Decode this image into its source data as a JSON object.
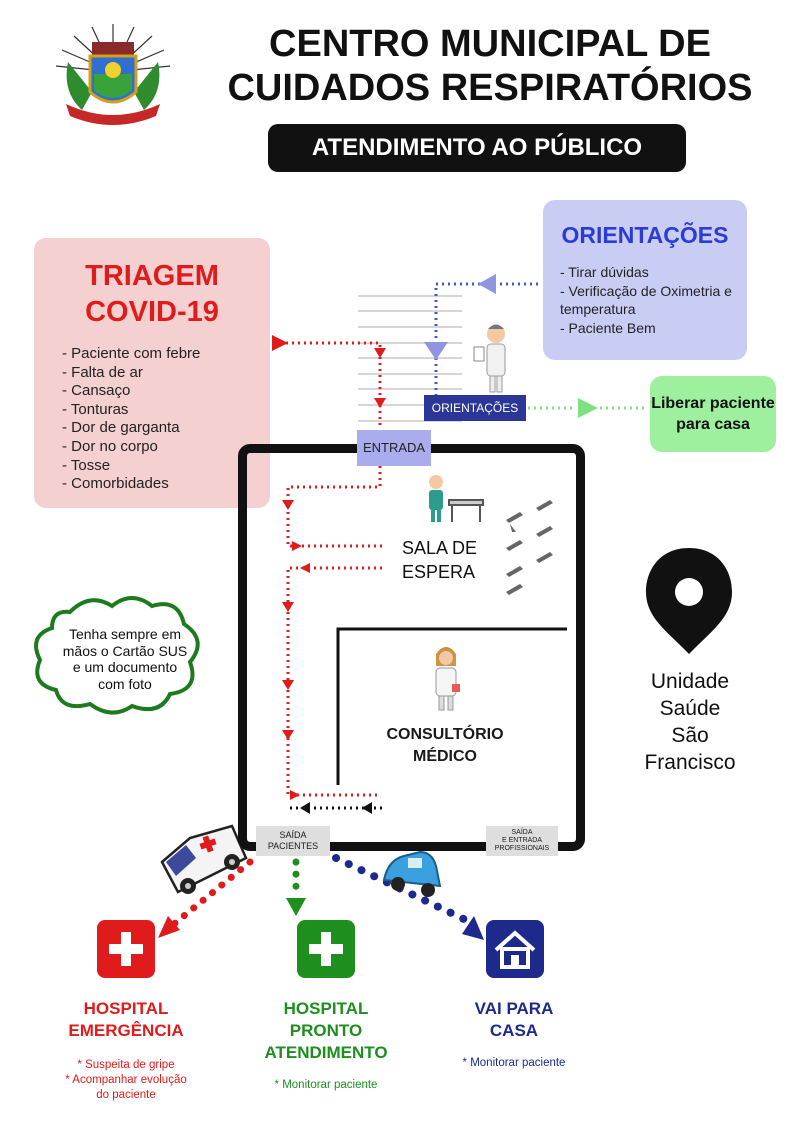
{
  "header": {
    "title_line1": "CENTRO MUNICIPAL DE",
    "title_line2": "CUIDADOS RESPIRATÓRIOS",
    "subtitle": "ATENDIMENTO AO PÚBLICO"
  },
  "triage": {
    "title_line1": "TRIAGEM",
    "title_line2": "COVID-19",
    "items": [
      "- Paciente com febre",
      "- Falta de ar",
      "- Cansaço",
      "- Tonturas",
      "- Dor de garganta",
      "- Dor no corpo",
      "- Tosse",
      "- Comorbidades"
    ]
  },
  "guidance": {
    "title": "ORIENTAÇÕES",
    "items": [
      "- Tirar dúvidas",
      "- Verificação de Oximetria e temperatura",
      "- Paciente Bem"
    ],
    "station_label": "ORIENTAÇÕES",
    "release_label": "Liberar paciente para casa"
  },
  "building": {
    "entrance_label": "ENTRADA",
    "waiting_room_line1": "SALA DE",
    "waiting_room_line2": "ESPERA",
    "consult_line1": "CONSULTÓRIO",
    "consult_line2": "MÉDICO",
    "exit_patients_line1": "SAÍDA",
    "exit_patients_line2": "PACIENTES",
    "exit_staff_line1": "SAÍDA",
    "exit_staff_line2": "E ENTRADA",
    "exit_staff_line3": "PROFISSIONAIS"
  },
  "reminder": "Tenha sempre em mãos o Cartão SUS e um documento com foto",
  "location": {
    "line1": "Unidade",
    "line2": "Saúde",
    "line3": "São",
    "line4": "Francisco"
  },
  "destinations": [
    {
      "title_line1": "HOSPITAL",
      "title_line2": "EMERGÊNCIA",
      "title_line3": "",
      "notes": [
        "* Suspeita de gripe",
        "* Acompanhar evolução",
        "do paciente"
      ],
      "color": "#e01b1b"
    },
    {
      "title_line1": "HOSPITAL",
      "title_line2": "PRONTO",
      "title_line3": "ATENDIMENTO",
      "notes": [
        "* Monitorar paciente"
      ],
      "color": "#1e8e1e"
    },
    {
      "title_line1": "VAI PARA",
      "title_line2": "CASA",
      "title_line3": "",
      "notes": [
        "* Monitorar paciente"
      ],
      "color": "#1d2a8c"
    }
  ],
  "colors": {
    "red": "#e01b1b",
    "green": "#1e8e1e",
    "navy": "#1d2a8c",
    "blue_dots": "#3a5ccf",
    "light_green": "#9ef09e"
  }
}
